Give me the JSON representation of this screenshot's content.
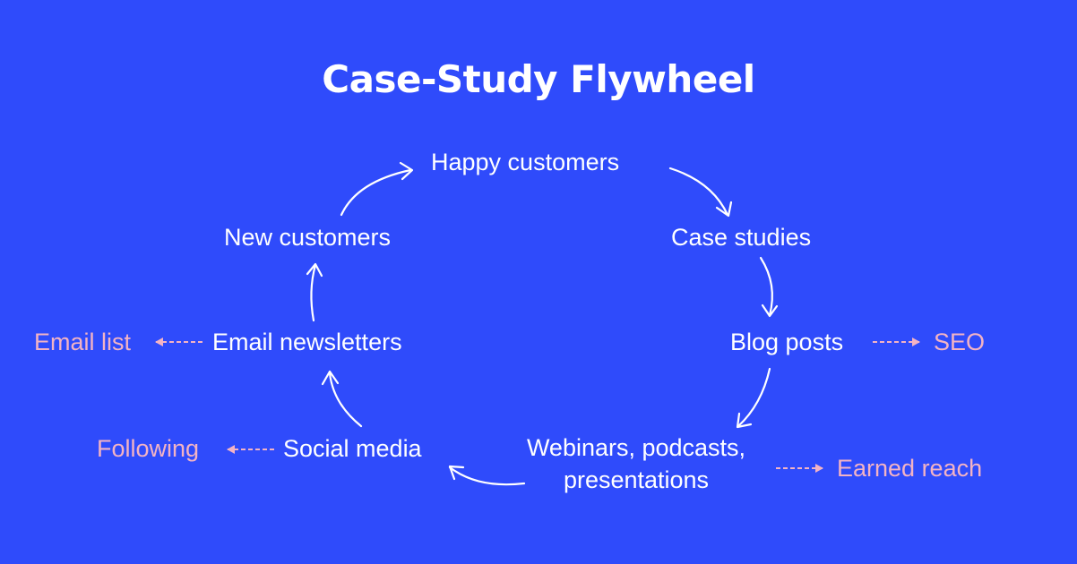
{
  "title": "Case-Study Flywheel",
  "colors": {
    "background": "#2f4bfb",
    "text": "#ffffff",
    "side_text": "#f3b3c4"
  },
  "cycle": {
    "happy_customers": "Happy customers",
    "case_studies": "Case studies",
    "blog_posts": "Blog posts",
    "webinars_line1": "Webinars, podcasts,",
    "webinars_line2": "presentations",
    "social_media": "Social media",
    "email_newsletters": "Email newsletters",
    "new_customers": "New customers"
  },
  "outcomes": {
    "seo": "SEO",
    "earned_reach": "Earned reach",
    "following": "Following",
    "email_list": "Email list"
  }
}
